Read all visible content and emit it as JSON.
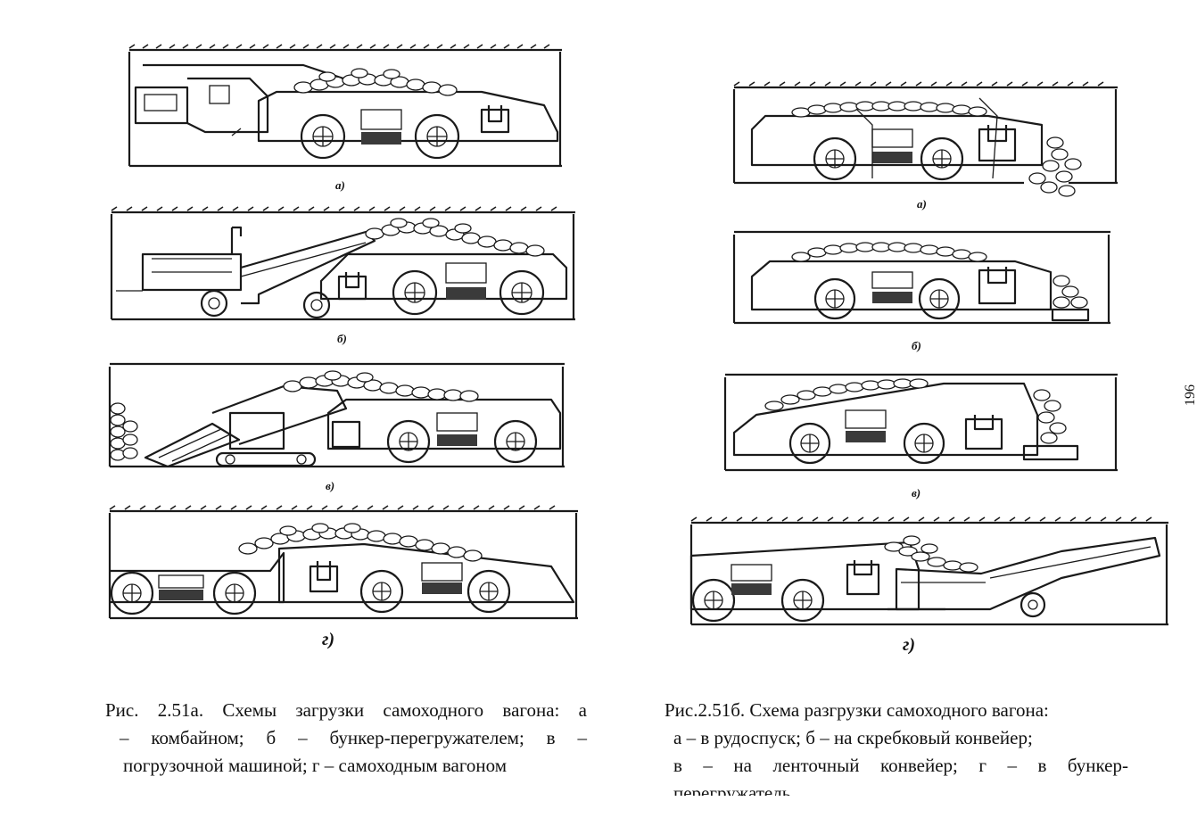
{
  "left_figure": {
    "panels": [
      {
        "label": "а)"
      },
      {
        "label": "б)"
      },
      {
        "label": "в)"
      },
      {
        "label": "г)"
      }
    ],
    "caption_lines": [
      "Рис. 2.51а.  Схемы загрузки самоходного вагона: а",
      "– комбайном; б – бункер-перегружателем; в –",
      "погрузочной машиной; г – самоходным вагоном"
    ]
  },
  "right_figure": {
    "panels": [
      {
        "label": "а)"
      },
      {
        "label": "б)"
      },
      {
        "label": "в)"
      },
      {
        "label": "г)"
      }
    ],
    "caption_lines": [
      "Рис.2.51б. Схема разгрузки самоходного вагона:",
      "а – в рудоспуск; б – на скребковый конвейер;",
      "в – на ленточный конвейер; г – в бункер-",
      "перегружатель"
    ]
  },
  "page_margin_number": "196"
}
